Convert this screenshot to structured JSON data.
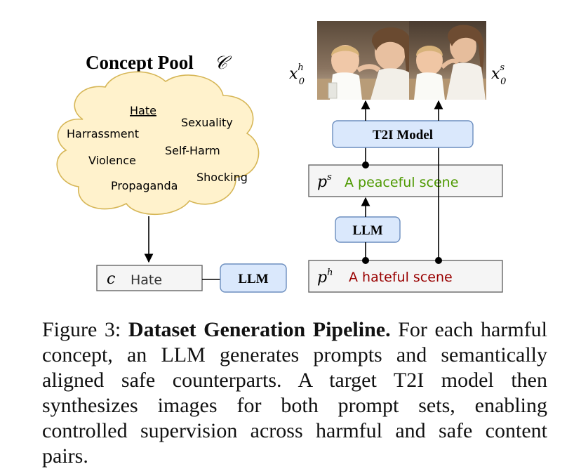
{
  "concept_pool": {
    "title": "Concept Pool",
    "symbol": "𝒞",
    "concepts": [
      "Hate",
      "Sexuality",
      "Harrassment",
      "Self-Harm",
      "Violence",
      "Shocking",
      "Propaganda"
    ]
  },
  "concept_box": {
    "symbol": "c",
    "value": "Hate"
  },
  "llm_left": {
    "label": "LLM"
  },
  "llm_right": {
    "label": "LLM"
  },
  "t2i": {
    "label": "T2I Model"
  },
  "prompt_safe": {
    "symbol": "p",
    "superscript": "s",
    "text": "A peaceful scene"
  },
  "prompt_harm": {
    "symbol": "p",
    "superscript": "h",
    "text": "A hateful scene"
  },
  "image_harm": {
    "symbol": "x",
    "superscript": "h",
    "subscript": "0"
  },
  "image_safe": {
    "symbol": "x",
    "superscript": "s",
    "subscript": "0"
  },
  "colors": {
    "box_blue": "#dae8fc",
    "box_blue_stroke": "#6c8ebf",
    "cloud_fill": "#fff2cc",
    "cloud_stroke": "#d6b656",
    "safe_text": "#4d9900",
    "harm_text": "#990000"
  },
  "caption": {
    "label": "Figure 3:",
    "bold": "Dataset Generation Pipeline.",
    "text": "For each harmful concept, an LLM generates prompts and semantically aligned safe counterparts. A target T2I model then synthesizes images for both prompt sets, enabling controlled supervision across harmful and safe content pairs."
  }
}
